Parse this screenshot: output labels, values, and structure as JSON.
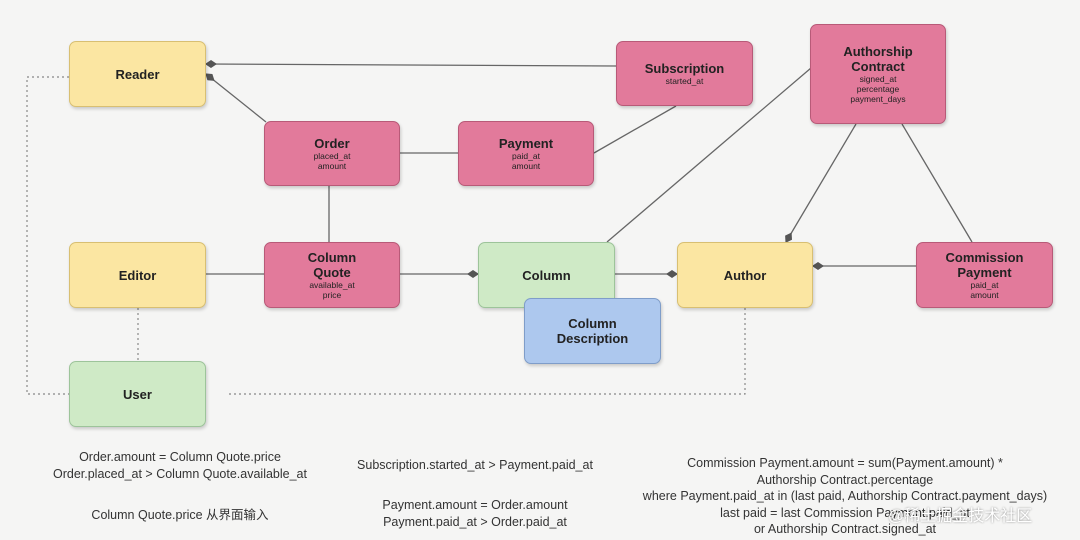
{
  "entities": {
    "reader": {
      "title": "Reader",
      "attrs": []
    },
    "subscription": {
      "title": "Subscription",
      "attrs": [
        "started_at"
      ]
    },
    "authorship_contract": {
      "title": "Authorship Contract",
      "attrs": [
        "signed_at",
        "percentage",
        "payment_days"
      ]
    },
    "order": {
      "title": "Order",
      "attrs": [
        "placed_at",
        "amount"
      ]
    },
    "payment": {
      "title": "Payment",
      "attrs": [
        "paid_at",
        "amount"
      ]
    },
    "editor": {
      "title": "Editor",
      "attrs": []
    },
    "column_quote": {
      "title": "Column Quote",
      "attrs": [
        "available_at",
        "price"
      ]
    },
    "column": {
      "title": "Column",
      "attrs": []
    },
    "author": {
      "title": "Author",
      "attrs": []
    },
    "commission_payment": {
      "title": "Commission Payment",
      "attrs": [
        "paid_at",
        "amount"
      ]
    },
    "column_description": {
      "title": "Column Description",
      "attrs": []
    },
    "user": {
      "title": "User",
      "attrs": []
    }
  },
  "notes": {
    "order_rules": [
      "Order.amount = Column Quote.price",
      "Order.placed_at > Column Quote.available_at"
    ],
    "price_input": [
      "Column Quote.price 从界面输入"
    ],
    "subscription_rule": [
      "Subscription.started_at > Payment.paid_at"
    ],
    "payment_rules": [
      "Payment.amount = Order.amount",
      "Payment.paid_at > Order.paid_at"
    ],
    "commission_rules": [
      "Commission Payment.amount = sum(Payment.amount) *",
      "Authorship Contract.percentage",
      "where Payment.paid_at in (last paid, Authorship Contract.payment_days)",
      "last paid = last Commission Payment.paid_at",
      "or Authorship Contract.signed_at"
    ]
  },
  "watermark": "@稀土掘金技术社区",
  "colors": {
    "actor": "#fbe6a2",
    "event": "#e27a9b",
    "thing": "#cfeac6",
    "description": "#adc8ee"
  }
}
